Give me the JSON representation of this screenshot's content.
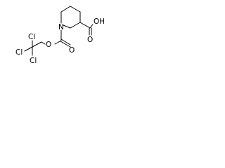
{
  "molecule": {
    "atoms": {
      "ring_nitrogen": "N",
      "acid_carbonyl_oxygen": "O",
      "acid_hydroxyl": "OH",
      "ester_oxygen": "O",
      "carbamate_carbonyl_oxygen": "O",
      "chlorine_upper": "Cl",
      "chlorine_left": "Cl",
      "chlorine_lower": "Cl"
    },
    "colors": {
      "bond": "#000000",
      "label": "#000000",
      "background": "#ffffff"
    }
  }
}
